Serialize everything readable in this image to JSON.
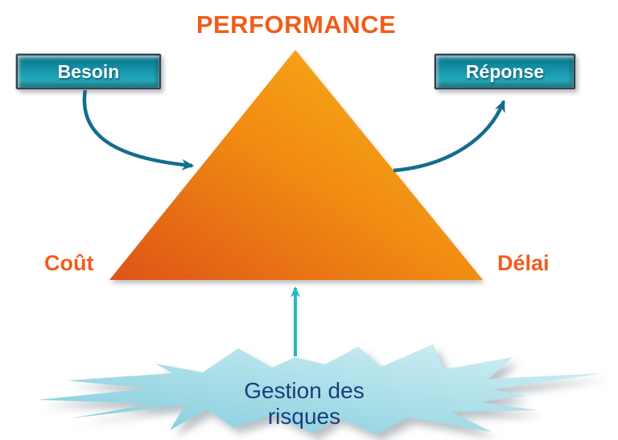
{
  "title": "PERFORMANCE",
  "buttons": {
    "besoin": "Besoin",
    "reponse": "Réponse"
  },
  "corner_labels": {
    "left": "Coût",
    "right": "Délai"
  },
  "starburst": {
    "label": "Gestion des risques"
  },
  "colors": {
    "background": "#ffffff",
    "title_text": "#f25c1a",
    "triangle_gradient_start": "#de5317",
    "triangle_gradient_mid": "#f08a12",
    "triangle_gradient_end": "#f9ac18",
    "button_border": "#33424e",
    "button_body_top": "#0c7289",
    "button_body_mid": "#1593a9",
    "button_body_bottom": "#31bac9",
    "button_text": "#ffffff",
    "curve_arrow": "#156d8e",
    "straight_arrow": "#27b7c6",
    "starburst_top": "#d6f1f6",
    "starburst_bottom": "#7fccda",
    "starburst_text": "#1d3c7c"
  }
}
